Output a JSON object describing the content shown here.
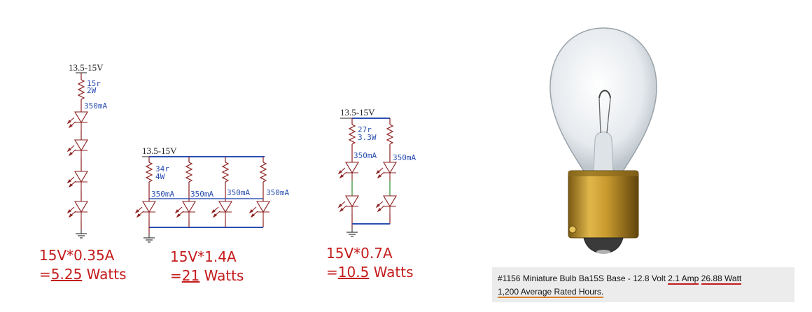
{
  "circuits": [
    {
      "id": "c1",
      "supply_label": "13.5-15V",
      "resistor_labels": [
        "15r",
        "2W"
      ],
      "current_labels": [
        "350mA"
      ],
      "led_count": 4,
      "calc_line1": "15V*0.35A",
      "calc_line2_prefix": "=",
      "calc_line2_value": "5.25",
      "calc_line2_suffix": " Watts"
    },
    {
      "id": "c2",
      "supply_label": "13.5-15V",
      "resistor_labels": [
        "34r",
        "4W"
      ],
      "current_labels": [
        "350mA",
        "350mA",
        "350mA",
        "350mA"
      ],
      "led_count": 4,
      "calc_line1": "15V*1.4A",
      "calc_line2_prefix": "=",
      "calc_line2_value": "21",
      "calc_line2_suffix": " Watts"
    },
    {
      "id": "c3",
      "supply_label": "13.5-15V",
      "resistor_labels": [
        "27r",
        "3.3W"
      ],
      "current_labels": [
        "350mA",
        "350mA"
      ],
      "led_count": 4,
      "calc_line1": "15V*0.7A",
      "calc_line2_prefix": "=",
      "calc_line2_value": "10.5",
      "calc_line2_suffix": " Watts"
    }
  ],
  "caption": {
    "part1": "#1156 Miniature Bulb Ba15S Base - 12.8 Volt ",
    "amp": "2.1 Amp",
    "space": " ",
    "watt": "26.88 Watt",
    "line2": "1,200 Average Rated Hours."
  },
  "colors": {
    "wire": "#8b1e1e",
    "bus": "#2a4fb0",
    "label": "#2a4fb0",
    "calc": "#c41b1b",
    "underline_red": "#c41b1b",
    "underline_orange": "#d9822b",
    "brass": "#c89a2e",
    "glass": "#e9edf0"
  },
  "icons": [
    "resistor-icon",
    "led-icon",
    "ground-icon",
    "bulb-icon"
  ]
}
